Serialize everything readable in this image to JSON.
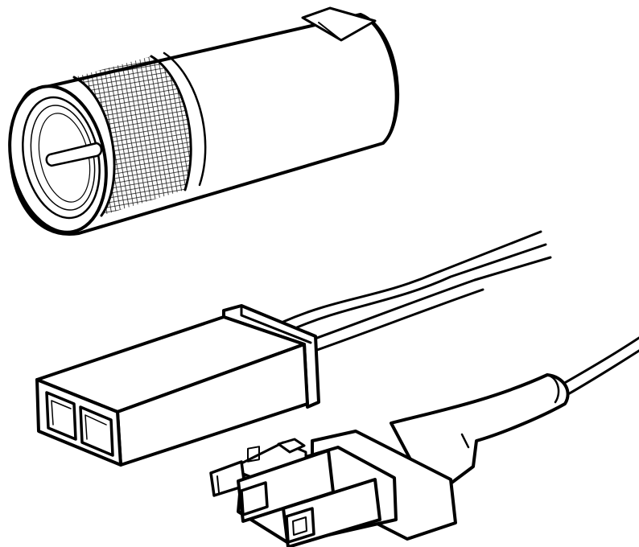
{
  "figure": {
    "background": "#ffffff",
    "line_color": "#000000",
    "parts": [
      {
        "id": "antenna-adapter",
        "icon": "knurled-cylinder-adapter-icon"
      },
      {
        "id": "two-pin-connector",
        "icon": "two-pin-plug-icon"
      },
      {
        "id": "three-pin-connector",
        "icon": "three-pin-plug-icon"
      }
    ]
  }
}
